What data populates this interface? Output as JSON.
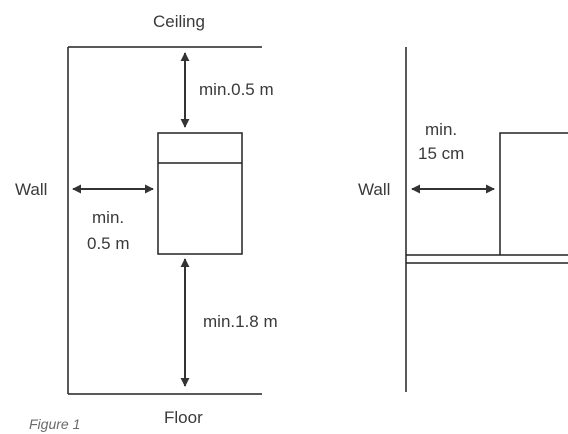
{
  "figure": {
    "caption": "Figure 1",
    "left_panel": {
      "ceiling_label": "Ceiling",
      "floor_label": "Floor",
      "wall_label": "Wall",
      "top_clearance": "min.0.5 m",
      "side_clearance_line1": "min.",
      "side_clearance_line2": "0.5 m",
      "bottom_clearance": "min.1.8 m"
    },
    "right_panel": {
      "wall_label": "Wall",
      "side_clearance_line1": "min.",
      "side_clearance_line2": "15 cm"
    }
  }
}
